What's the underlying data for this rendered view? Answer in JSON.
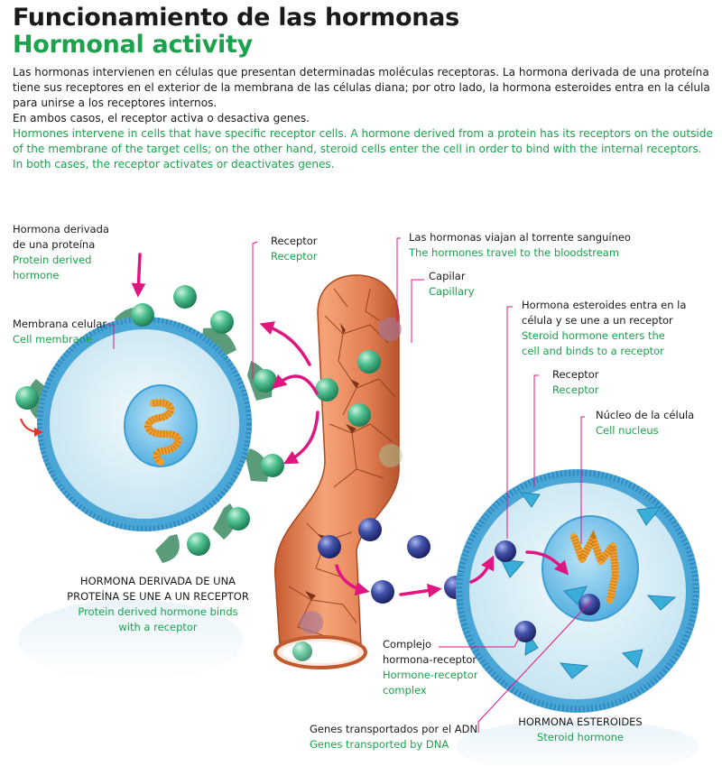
{
  "header": {
    "title_es": "Funcionamiento de las hormonas",
    "title_en": "Hormonal activity"
  },
  "intro": {
    "es_1": "Las hormonas intervienen en células que presentan determinadas moléculas receptoras. La hormona derivada de una proteína tiene sus receptores en el exterior de la membrana de las células diana; por otro lado, la hormona esteroides entra en la célula para unirse a los receptores internos.",
    "es_2": "En ambos casos, el receptor activa o desactiva genes.",
    "en_1": "Hormones intervene in cells that have specific receptor cells. A hormone derived from a protein has its receptors on the outside of the membrane of the target cells; on the other hand, steroid cells enter the cell in order to bind with the internal receptors.",
    "en_2": "In both cases, the receptor activates or deactivates genes."
  },
  "labels": {
    "protein_hormone": {
      "es_1": "Hormona derivada",
      "es_2": "de una proteína",
      "en_1": "Protein derived",
      "en_2": "hormone"
    },
    "receptor_left": {
      "es": "Receptor",
      "en": "Receptor"
    },
    "membrane": {
      "es": "Membrana celular",
      "en": "Cell membrane"
    },
    "bloodstream": {
      "es": "Las hormonas viajan al torrente sanguíneo",
      "en": "The hormones travel to the bloodstream"
    },
    "capillary": {
      "es": "Capilar",
      "en": "Capillary"
    },
    "steroid_enters": {
      "es_1": "Hormona esteroides entra en la",
      "es_2": "célula y se une a un receptor",
      "en_1": "Steroid hormone enters the",
      "en_2": "cell and binds to a receptor"
    },
    "receptor_right": {
      "es": "Receptor",
      "en": "Receptor"
    },
    "nucleus": {
      "es": "Núcleo de la célula",
      "en": "Cell nucleus"
    },
    "protein_caption": {
      "es_1": "HORMONA DERIVADA DE UNA",
      "es_2": "PROTEÍNA SE UNE A UN RECEPTOR",
      "en_1": "Protein derived hormone binds",
      "en_2": "with a receptor"
    },
    "complex": {
      "es_1": "Complejo",
      "es_2": "hormona-receptor",
      "en_1": "Hormone-receptor",
      "en_2": "complex"
    },
    "genes": {
      "es": "Genes transportados por el ADN",
      "en": "Genes transported by DNA"
    },
    "steroid_caption": {
      "es": "HORMONA ESTEROIDES",
      "en": "Steroid hormone"
    }
  },
  "colors": {
    "text_green": "#1aa24c",
    "arrow_magenta": "#e0157f",
    "membrane_blue": "#4aa6d6",
    "cytoplasm": "#d8eef7",
    "capillary_orange": "#e8845a",
    "protein_hormone_green": "#4dbf8f",
    "steroid_hormone_blue": "#3f4fa6",
    "dna_orange": "#f0a030"
  }
}
